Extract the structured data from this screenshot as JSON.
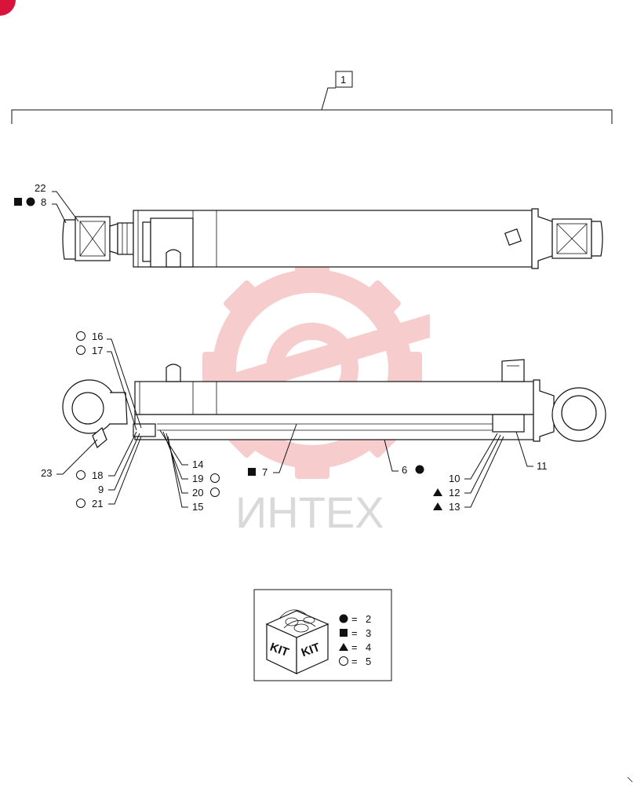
{
  "assembly_callout": "1",
  "callouts": {
    "c22": "22",
    "c8": "8",
    "c16": "16",
    "c17": "17",
    "c23": "23",
    "c18": "18",
    "c9": "9",
    "c21": "21",
    "c14": "14",
    "c19": "19",
    "c20": "20",
    "c15": "15",
    "c7": "7",
    "c6": "6",
    "c10": "10",
    "c12": "12",
    "c13": "13",
    "c11": "11"
  },
  "watermark": "ИНТЕХ",
  "kit_box": {
    "label_left": "KIT",
    "label_right": "KIT",
    "legend": [
      {
        "symbol": "filled-circle",
        "eq": "=",
        "value": "2"
      },
      {
        "symbol": "filled-square",
        "eq": "=",
        "value": "3"
      },
      {
        "symbol": "filled-triangle",
        "eq": "=",
        "value": "4"
      },
      {
        "symbol": "open-circle",
        "eq": "=",
        "value": "5"
      }
    ]
  },
  "colors": {
    "watermark_red": "#f2a3a3",
    "line": "#111111"
  }
}
